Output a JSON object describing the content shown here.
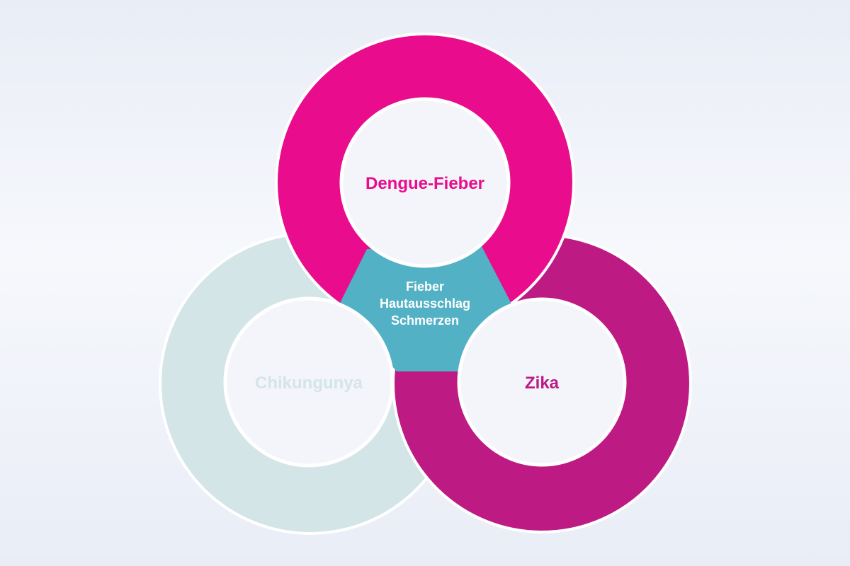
{
  "diagram": {
    "rings": {
      "dengue": {
        "label": "Dengue-Fieber",
        "color": "#e90c8d"
      },
      "chikungunya": {
        "label": "Chikungunya",
        "color": "#d4e5e8"
      },
      "zika": {
        "label": "Zika",
        "color": "#bd1a84"
      }
    },
    "center": {
      "color": "#52b1c5",
      "lines": [
        "Fieber",
        "Hautausschlag",
        "Schmerzen"
      ]
    },
    "background_color": "#eef1f8"
  }
}
